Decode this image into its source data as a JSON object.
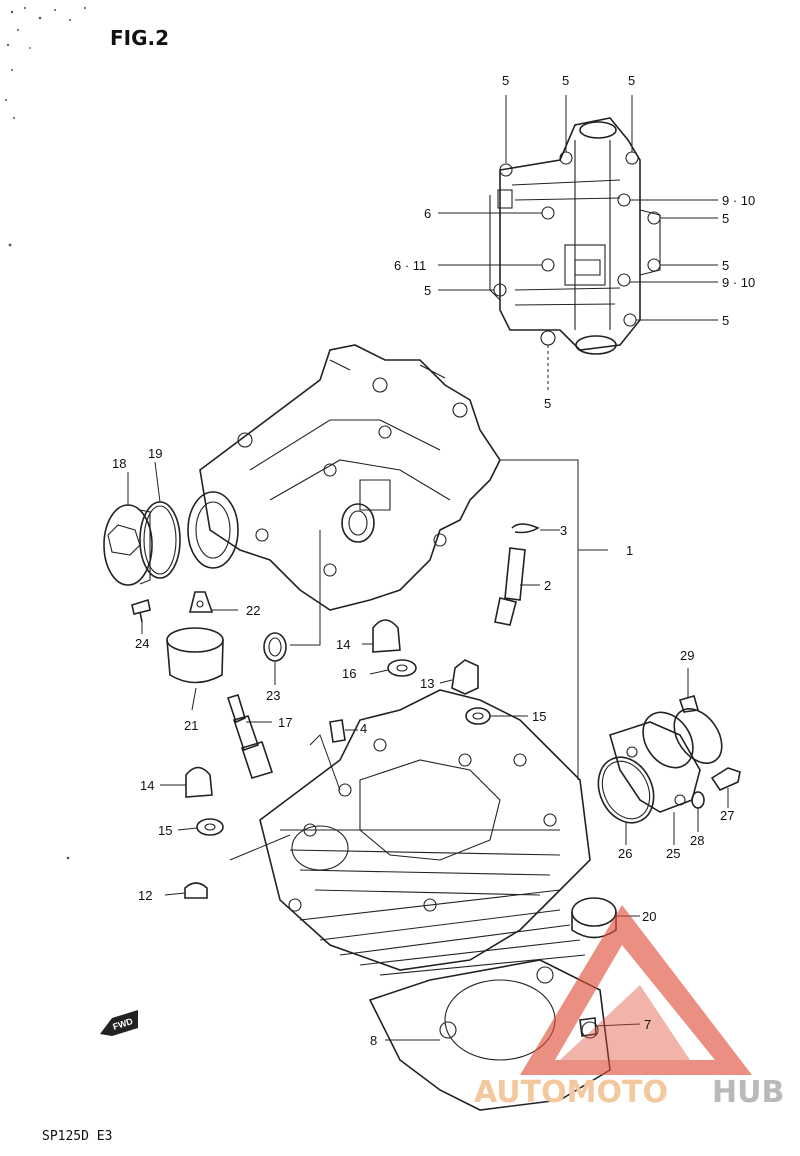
{
  "figure_title": "FIG.2",
  "footer_code": "SP125D E3",
  "watermark": {
    "part1": "AUTOMOTO",
    "part2": "HUB",
    "color_main": "#e0503c",
    "color_text1": "#f3c89e",
    "color_text2": "#b9b9b9"
  },
  "labels": {
    "l1": "1",
    "l2": "2",
    "l3": "3",
    "l4": "4",
    "l5a": "5",
    "l5b": "5",
    "l5c": "5",
    "l5d": "5",
    "l5e": "5",
    "l5f": "5",
    "l5g": "5",
    "l5h": "5",
    "l6": "6",
    "l6_11": "6 · 11",
    "l7": "7",
    "l8": "8",
    "l9_10a": "9 · 10",
    "l9_10b": "9 · 10",
    "l12": "12",
    "l13": "13",
    "l14a": "14",
    "l14b": "14",
    "l15a": "15",
    "l15b": "15",
    "l16": "16",
    "l17": "17",
    "l18": "18",
    "l19": "19",
    "l20": "20",
    "l21": "21",
    "l22": "22",
    "l23": "23",
    "l24": "24",
    "l25": "25",
    "l26": "26",
    "l27": "27",
    "l28": "28",
    "l29": "29"
  }
}
